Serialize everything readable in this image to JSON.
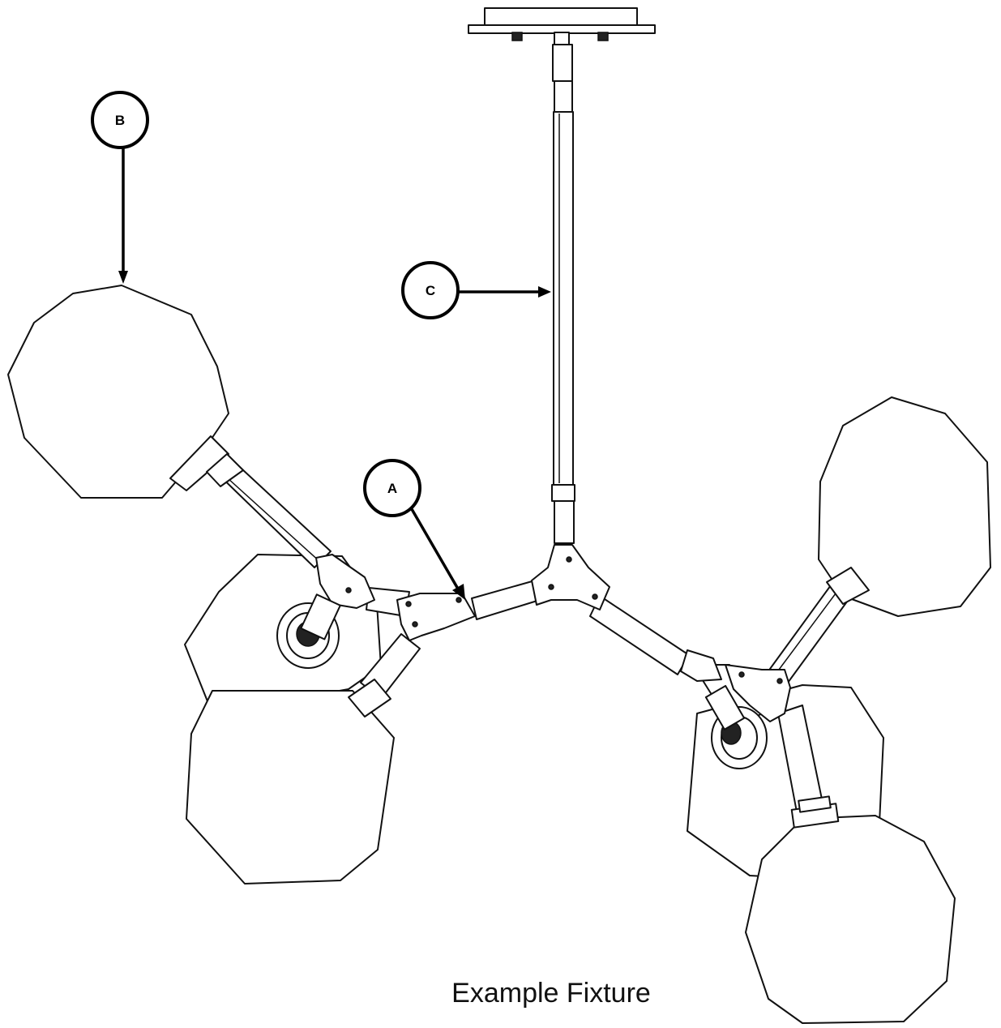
{
  "caption": "Example Fixture",
  "callouts": [
    {
      "id": "A",
      "label": "A"
    },
    {
      "id": "B",
      "label": "B"
    },
    {
      "id": "C",
      "label": "C"
    }
  ],
  "colors": {
    "line": "#111111",
    "background": "#ffffff"
  }
}
